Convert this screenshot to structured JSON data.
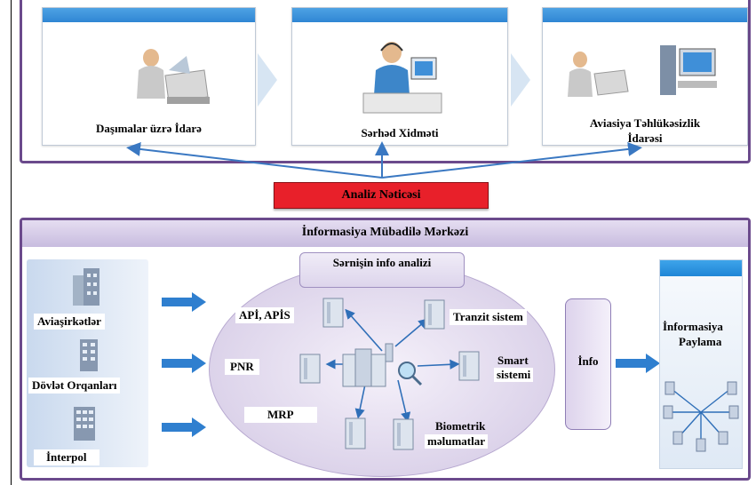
{
  "top_boxes": [
    {
      "label": "Daşımalar üzrə İdarə"
    },
    {
      "label": "Sərhəd Xidməti"
    },
    {
      "label_line1": "Aviasiya Təhlükəsizlik",
      "label_line2": "İdarəsi"
    }
  ],
  "analysis_bar": {
    "label": "Analiz Nəticəsi",
    "color": "#e8202a"
  },
  "center": {
    "title": "İnformasiya Mübadilə Mərkəzi"
  },
  "sources": [
    {
      "label": "Aviaşirkətlər"
    },
    {
      "label": "Dövlət Orqanları"
    },
    {
      "label": "İnterpol"
    }
  ],
  "analysis_ellipse": {
    "title": "Sərnişin info analizi",
    "nodes": [
      {
        "label": "APİ, APİS"
      },
      {
        "label": "Tranzit sistem"
      },
      {
        "label": "PNR"
      },
      {
        "label_line1": "Smart",
        "label_line2": "sistemi"
      },
      {
        "label": "MRP"
      },
      {
        "label_line1": "Biometrik",
        "label_line2": "məlumatlar"
      }
    ]
  },
  "info_box": {
    "label": "İnfo"
  },
  "distribution": {
    "label_line1": "İnformasiya",
    "label_line2": "Paylama"
  },
  "colors": {
    "accent_blue": "#2f86d4",
    "frame_purple": "#6b4a8c",
    "header_purple": "#d2c8e6",
    "source_bg": "#dde8f6"
  }
}
